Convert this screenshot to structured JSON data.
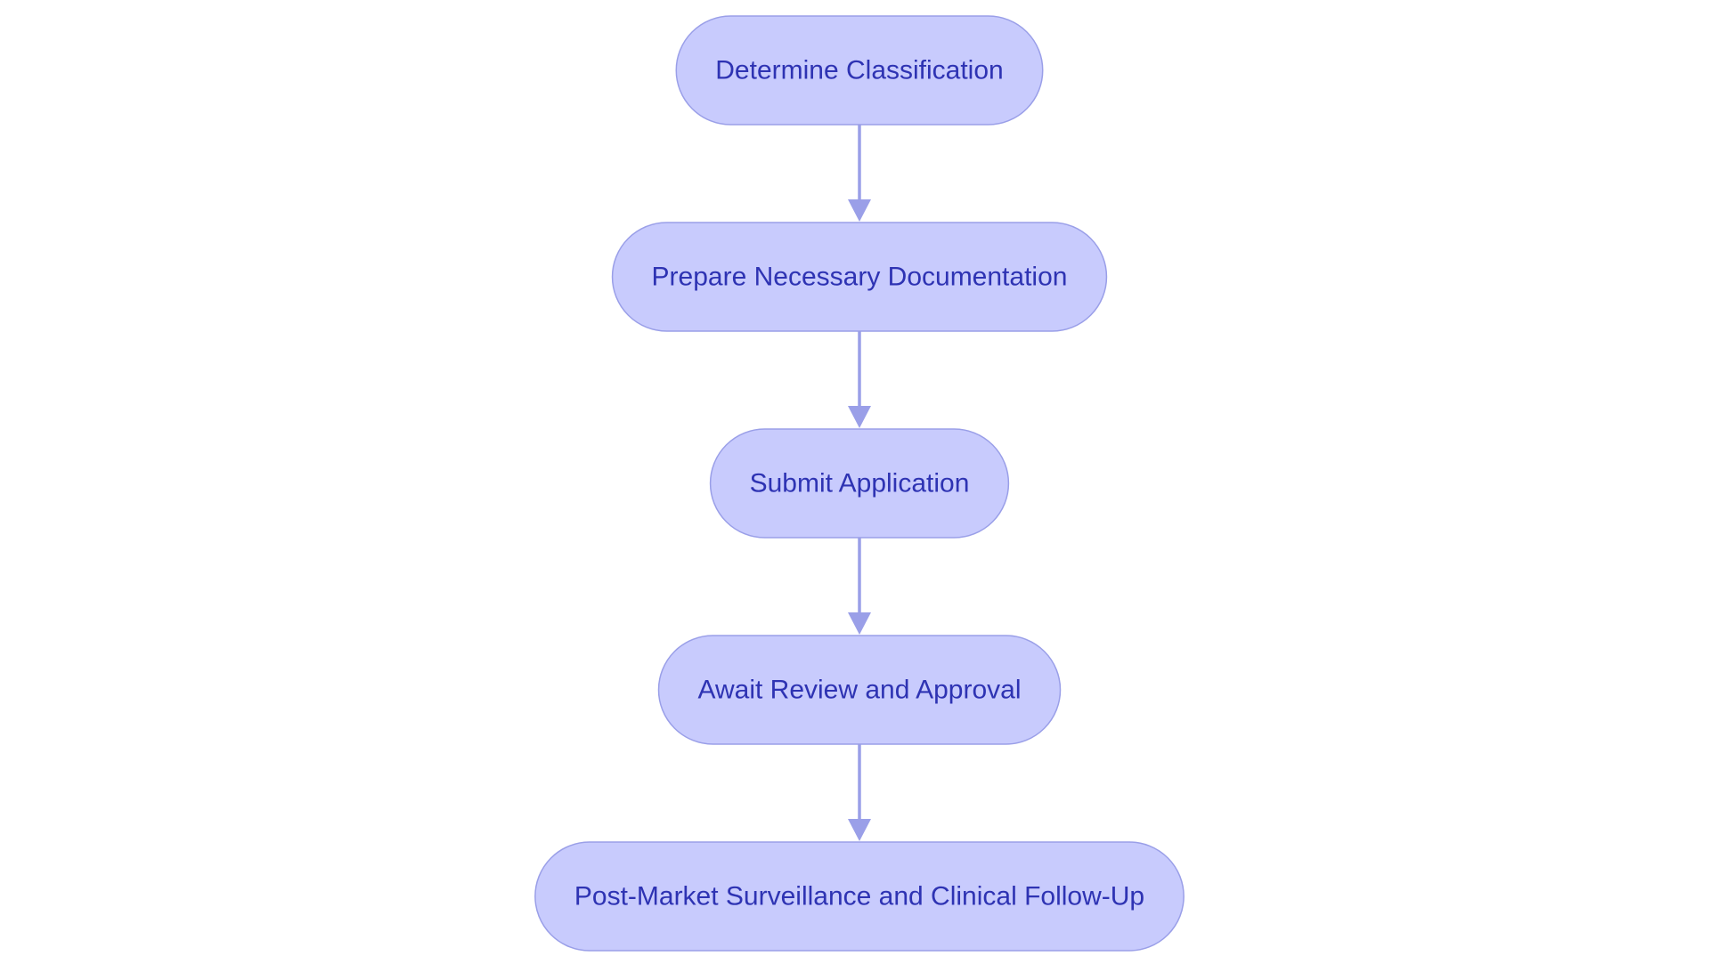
{
  "diagram": {
    "type": "flowchart",
    "direction": "top-to-bottom",
    "nodes": [
      {
        "id": "n1",
        "label": "Determine Classification"
      },
      {
        "id": "n2",
        "label": "Prepare Necessary Documentation"
      },
      {
        "id": "n3",
        "label": "Submit Application"
      },
      {
        "id": "n4",
        "label": "Await Review and Approval"
      },
      {
        "id": "n5",
        "label": "Post-Market Surveillance and Clinical Follow-Up"
      }
    ],
    "edges": [
      {
        "from": "n1",
        "to": "n2"
      },
      {
        "from": "n2",
        "to": "n3"
      },
      {
        "from": "n3",
        "to": "n4"
      },
      {
        "from": "n4",
        "to": "n5"
      }
    ],
    "colors": {
      "node_fill": "#c8cbfd",
      "node_border": "#9a9fe8",
      "text": "#2e33b3",
      "arrow": "#9a9fe8"
    }
  }
}
